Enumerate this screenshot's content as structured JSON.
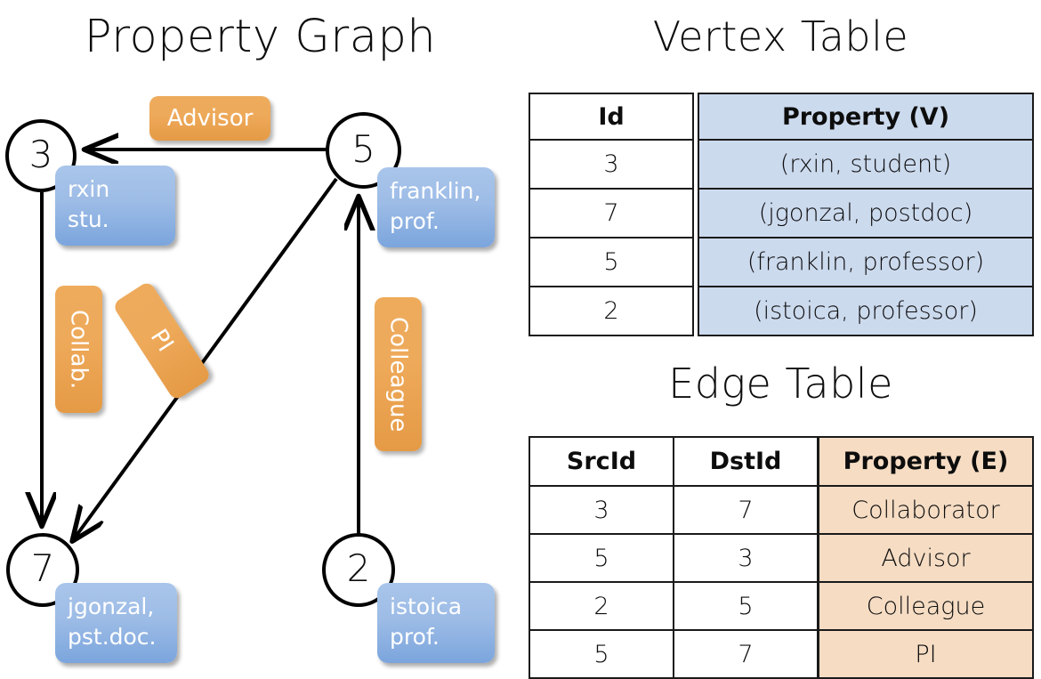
{
  "titles": {
    "property_graph": "Property Graph",
    "vertex_table": "Vertex Table",
    "edge_table": "Edge Table"
  },
  "colors": {
    "vertex_property_fill": "#ccdaee",
    "edge_property_fill": "#f5dcc3",
    "vertex_box_fill": "#9dbce6",
    "edge_label_fill": "#eeaa5b",
    "stroke": "#000000"
  },
  "graph": {
    "nodes": [
      {
        "id": "3",
        "property_lines": [
          "rxin",
          "stu."
        ]
      },
      {
        "id": "5",
        "property_lines": [
          "franklin,",
          "prof."
        ]
      },
      {
        "id": "7",
        "property_lines": [
          "jgonzal,",
          "pst.doc."
        ]
      },
      {
        "id": "2",
        "property_lines": [
          "istoica",
          "prof."
        ]
      }
    ],
    "edge_labels": [
      {
        "name": "advisor",
        "text": "Advisor",
        "orientation": "horizontal"
      },
      {
        "name": "collaborator",
        "text": "Collab.",
        "orientation": "vertical"
      },
      {
        "name": "pi",
        "text": "PI",
        "orientation": "vertical-rotated"
      },
      {
        "name": "colleague",
        "text": "Colleague",
        "orientation": "vertical"
      }
    ]
  },
  "vertex_table": {
    "headers": [
      "Id",
      "Property (V)"
    ],
    "rows": [
      {
        "id": "3",
        "property": "(rxin, student)"
      },
      {
        "id": "7",
        "property": "(jgonzal, postdoc)"
      },
      {
        "id": "5",
        "property": "(franklin, professor)"
      },
      {
        "id": "2",
        "property": "(istoica, professor)"
      }
    ]
  },
  "edge_table": {
    "headers": [
      "SrcId",
      "DstId",
      "Property (E)"
    ],
    "rows": [
      {
        "src": "3",
        "dst": "7",
        "property": "Collaborator"
      },
      {
        "src": "5",
        "dst": "3",
        "property": "Advisor"
      },
      {
        "src": "2",
        "dst": "5",
        "property": "Colleague"
      },
      {
        "src": "5",
        "dst": "7",
        "property": "PI"
      }
    ]
  }
}
